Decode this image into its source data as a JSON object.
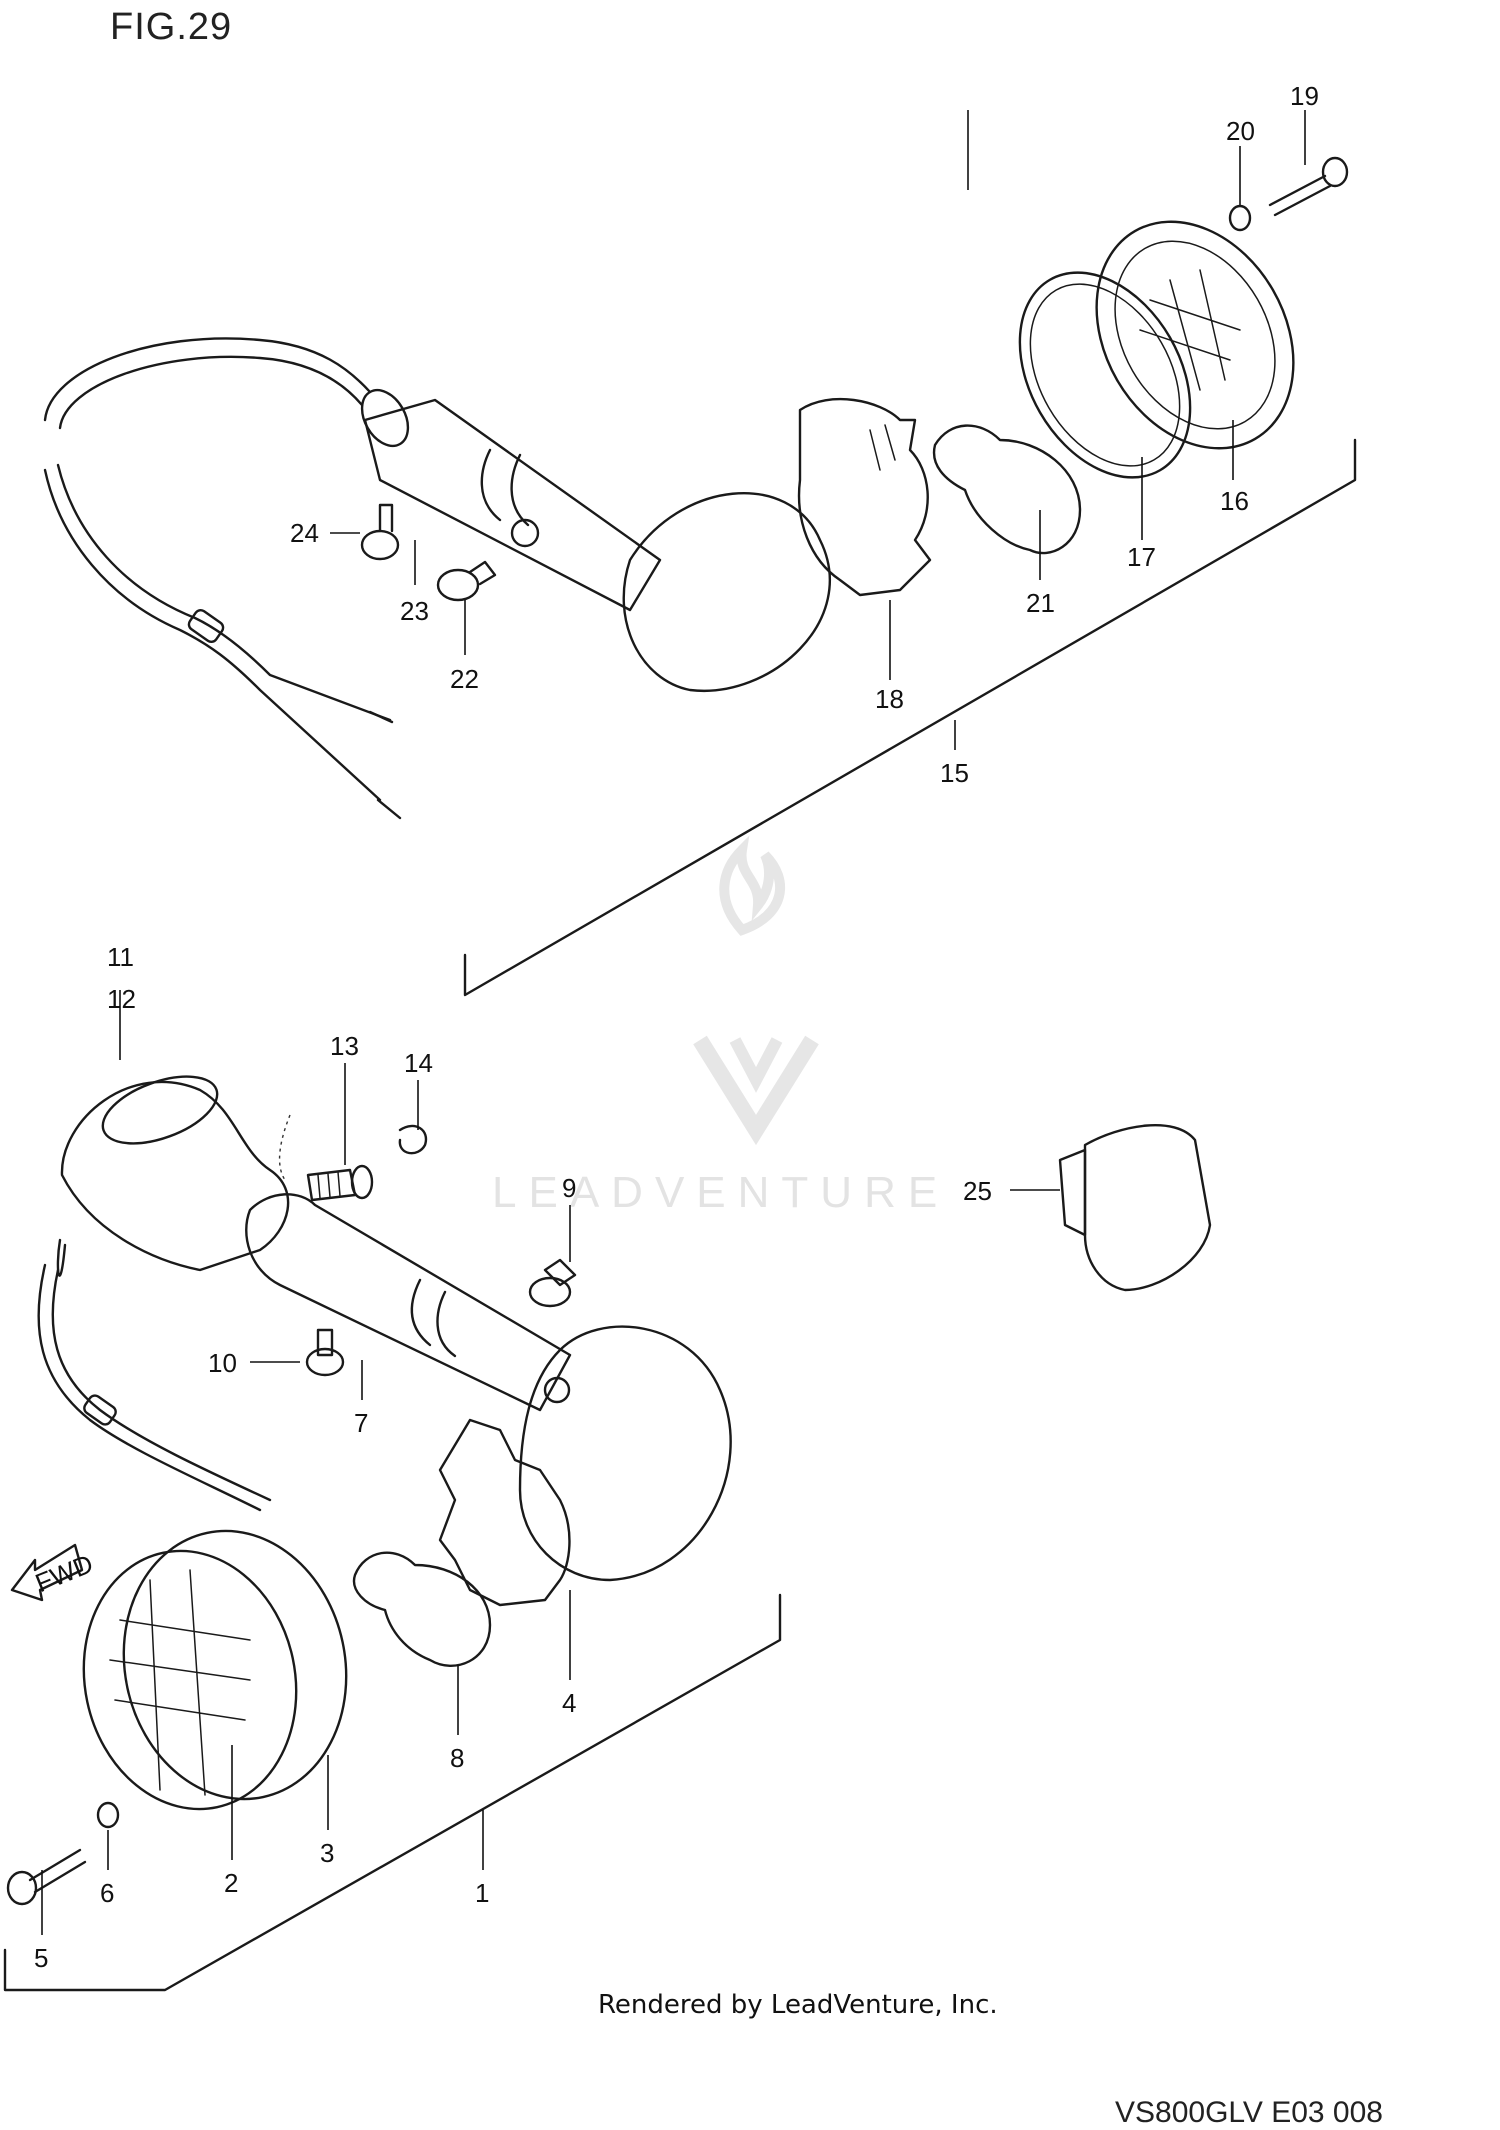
{
  "figure": {
    "title": "FIG.29"
  },
  "watermark": {
    "text": "LEADVENTURE"
  },
  "footer": {
    "rendered_by": "Rendered by LeadVenture, Inc.",
    "drawing_code": "VS800GLV E03 008"
  },
  "fwd_arrow": {
    "label": "FWD"
  },
  "parts": [
    "1",
    "2",
    "3",
    "4",
    "5",
    "6",
    "7",
    "8",
    "9",
    "10",
    "11",
    "12",
    "13",
    "14",
    "15",
    "16",
    "17",
    "18",
    "19",
    "20",
    "21",
    "22",
    "23",
    "24",
    "25"
  ],
  "callouts": {
    "p1": "1",
    "p2": "2",
    "p3": "3",
    "p4": "4",
    "p5": "5",
    "p6": "6",
    "p7": "7",
    "p8": "8",
    "p9": "9",
    "p10": "10",
    "p11": "11",
    "p12": "12",
    "p13": "13",
    "p14": "14",
    "p15": "15",
    "p16": "16",
    "p17": "17",
    "p18": "18",
    "p19": "19",
    "p20": "20",
    "p21": "21",
    "p22": "22",
    "p23": "23",
    "p24": "24",
    "p25": "25"
  },
  "colors": {
    "line": "#1a1a1a",
    "watermark": "#e3e3e3",
    "background": "#ffffff"
  }
}
